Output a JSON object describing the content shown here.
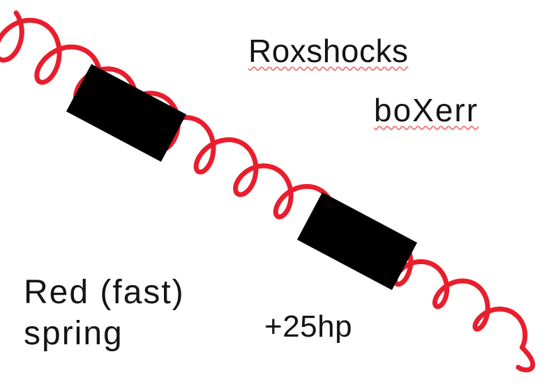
{
  "background": "#ffffff",
  "title": {
    "line1": "Roxshocks",
    "line2": "boXerr"
  },
  "labels": {
    "spring_line1": "Red (fast)",
    "spring_line2": "spring",
    "horsepower": "+25hp"
  },
  "colors": {
    "spring_red": "#e81e2d",
    "box_black": "#000000",
    "ink": "#141414",
    "spellcheck_underline": "#ee8080"
  }
}
